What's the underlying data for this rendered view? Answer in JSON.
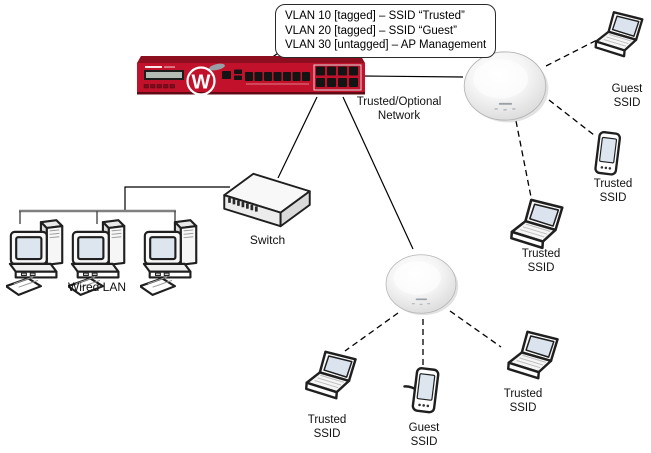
{
  "callout": {
    "lines": [
      "VLAN 10 [tagged] – SSID “Trusted”",
      "VLAN 20 [tagged] – SSID “Guest”",
      "VLAN 30 [untagged] – AP Management"
    ]
  },
  "firewall": {
    "logo_letter": "W"
  },
  "labels": {
    "trusted_optional": [
      "Trusted/Optional",
      "Network"
    ],
    "switch": "Switch",
    "wired_lan": "Wired LAN"
  },
  "clients": [
    {
      "device": "laptop",
      "ssid": [
        "Guest",
        "SSID"
      ]
    },
    {
      "device": "phone",
      "ssid": [
        "Trusted",
        "SSID"
      ]
    },
    {
      "device": "laptop",
      "ssid": [
        "Trusted",
        "SSID"
      ]
    },
    {
      "device": "laptop",
      "ssid": [
        "Trusted",
        "SSID"
      ]
    },
    {
      "device": "phone",
      "ssid": [
        "Guest",
        "SSID"
      ]
    },
    {
      "device": "laptop",
      "ssid": [
        "Trusted",
        "SSID"
      ]
    }
  ],
  "colors": {
    "firewall_red": "#c2122b",
    "firewall_dark_red": "#8d0f1f",
    "line": "#000000",
    "bus": "#808080",
    "screen_blue": "#dde6ef",
    "ap_rim": "#b5b5b5"
  }
}
